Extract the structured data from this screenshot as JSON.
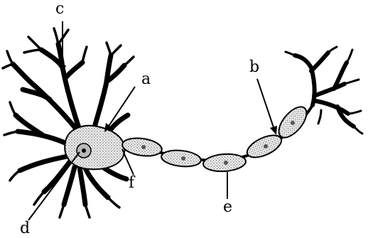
{
  "labels": {
    "a": "a",
    "b": "b",
    "c": "c",
    "d": "d",
    "e": "e",
    "f": "f"
  },
  "colors": {
    "ink": "#000000",
    "stipple_fill": "#d9d9d9",
    "background": "#ffffff"
  }
}
